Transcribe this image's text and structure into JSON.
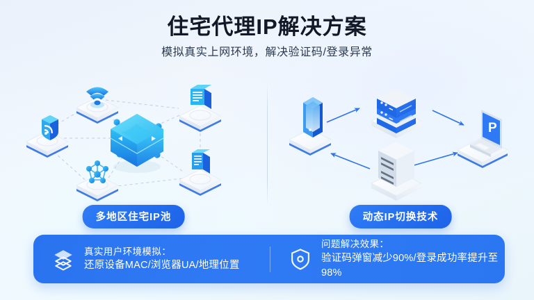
{
  "header": {
    "title": "住宅代理IP解决方案",
    "subtitle": "模拟真实上网环境，解决验证码/登录异常"
  },
  "colors": {
    "accent_blue": "#2f7af4",
    "deep_blue": "#1d63e8",
    "cyan": "#22c7f0",
    "title_color": "#111826",
    "subtitle_color": "#2b3a4e",
    "background": "#eef4fb",
    "banner_bg": "#2f7af4"
  },
  "panels": {
    "left": {
      "pill_label": "多地区住宅IP池",
      "center_node": {
        "icon": "isometric-cube-exchange-icon",
        "label": ""
      },
      "nodes": [
        {
          "icon": "wifi-signal-icon",
          "name": "node-wifi"
        },
        {
          "icon": "document-stack-icon",
          "name": "node-document"
        },
        {
          "icon": "rss-shield-icon",
          "name": "node-signal-shield"
        },
        {
          "icon": "molecule-network-icon",
          "name": "node-network"
        },
        {
          "icon": "mobile-device-icon",
          "name": "node-mobile"
        }
      ]
    },
    "right": {
      "pill_label": "动态IP切换技术",
      "nodes": [
        {
          "icon": "smartphone-icon",
          "name": "node-phone"
        },
        {
          "icon": "server-rack-icon",
          "name": "node-server-rack"
        },
        {
          "icon": "laptop-proxy-icon",
          "name": "node-laptop",
          "screen_glyph": "P"
        },
        {
          "icon": "server-tower-icon",
          "name": "node-server-tower"
        }
      ]
    }
  },
  "banner": {
    "items": [
      {
        "icon": "layers-stack-icon",
        "heading": "真实用户环境模拟：",
        "detail": "还原设备MAC/浏览器UA/地理位置"
      },
      {
        "icon": "shield-check-icon",
        "heading": "问题解决效果：",
        "detail": "验证码弹窗减少90%/登录成功率提升至98%"
      }
    ]
  }
}
